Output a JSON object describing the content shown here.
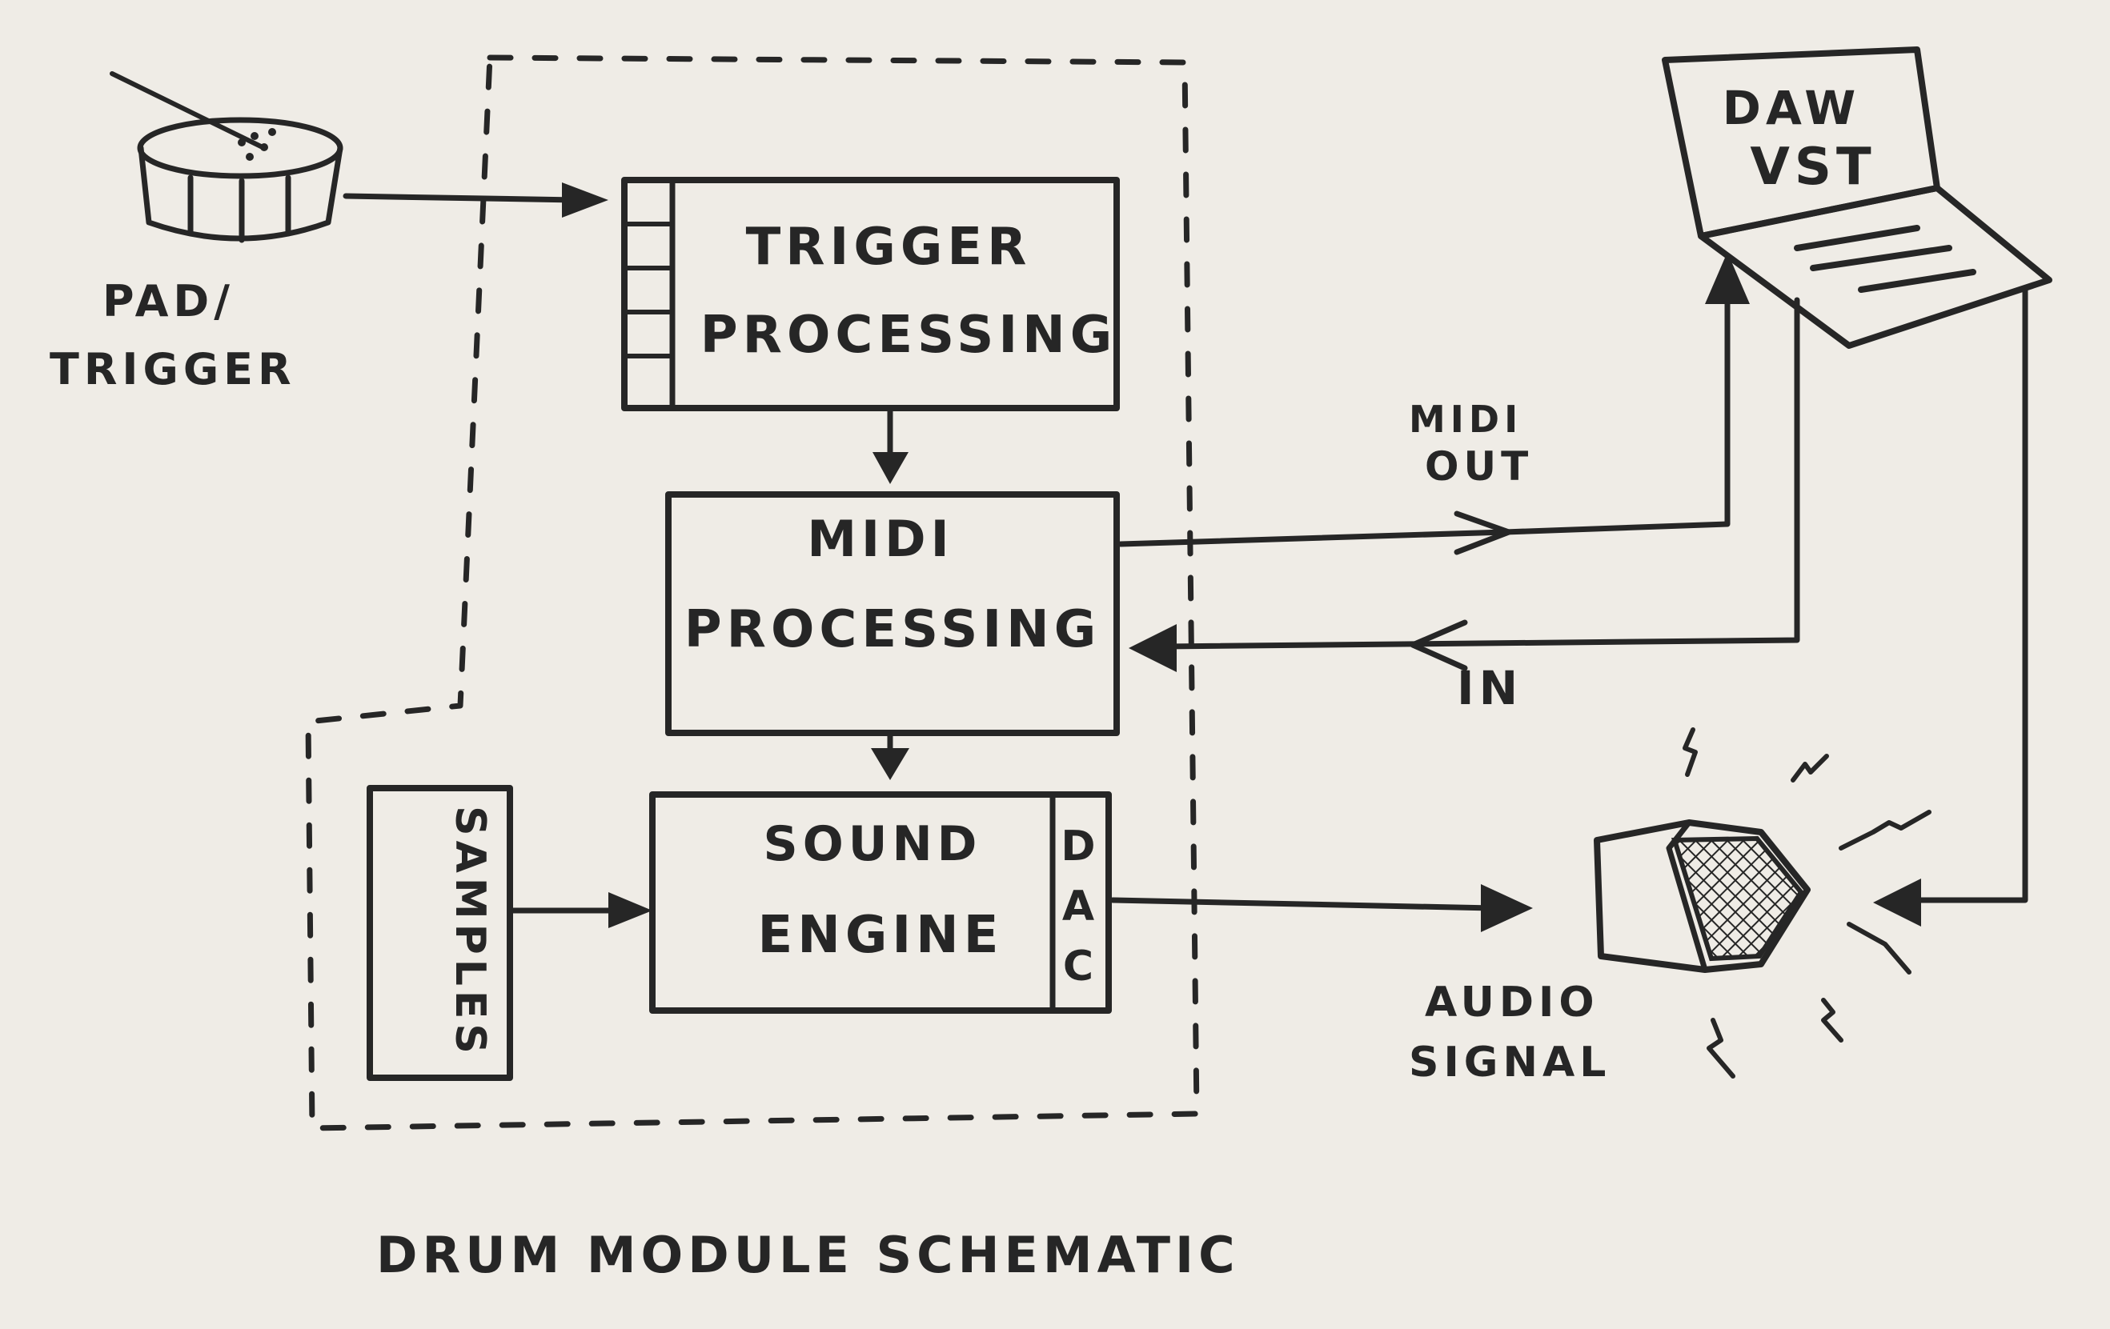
{
  "labels": {
    "pad_line1": "PAD/",
    "pad_line2": "TRIGGER",
    "trigger_line1": "TRIGGER",
    "trigger_line2": "PROCESSING",
    "midi_line1": "MIDI",
    "midi_line2": "PROCESSING",
    "sound_line1": "SOUND",
    "sound_line2": "ENGINE",
    "dac_d": "D",
    "dac_a": "A",
    "dac_c": "C",
    "samples": "SAMPLES",
    "daw_line1": "DAW",
    "daw_line2": "VST",
    "midi_out_line1": "MIDI",
    "midi_out_line2": "OUT",
    "midi_in": "IN",
    "audio_line1": "AUDIO",
    "audio_line2": "SIGNAL",
    "caption": "DRUM MODULE SCHEMATIC"
  },
  "colors": {
    "paper": "#efece6",
    "ink": "#262626"
  },
  "icons": {
    "pad": "drum-pad-icon",
    "laptop": "laptop-icon",
    "speaker": "speaker-icon"
  }
}
